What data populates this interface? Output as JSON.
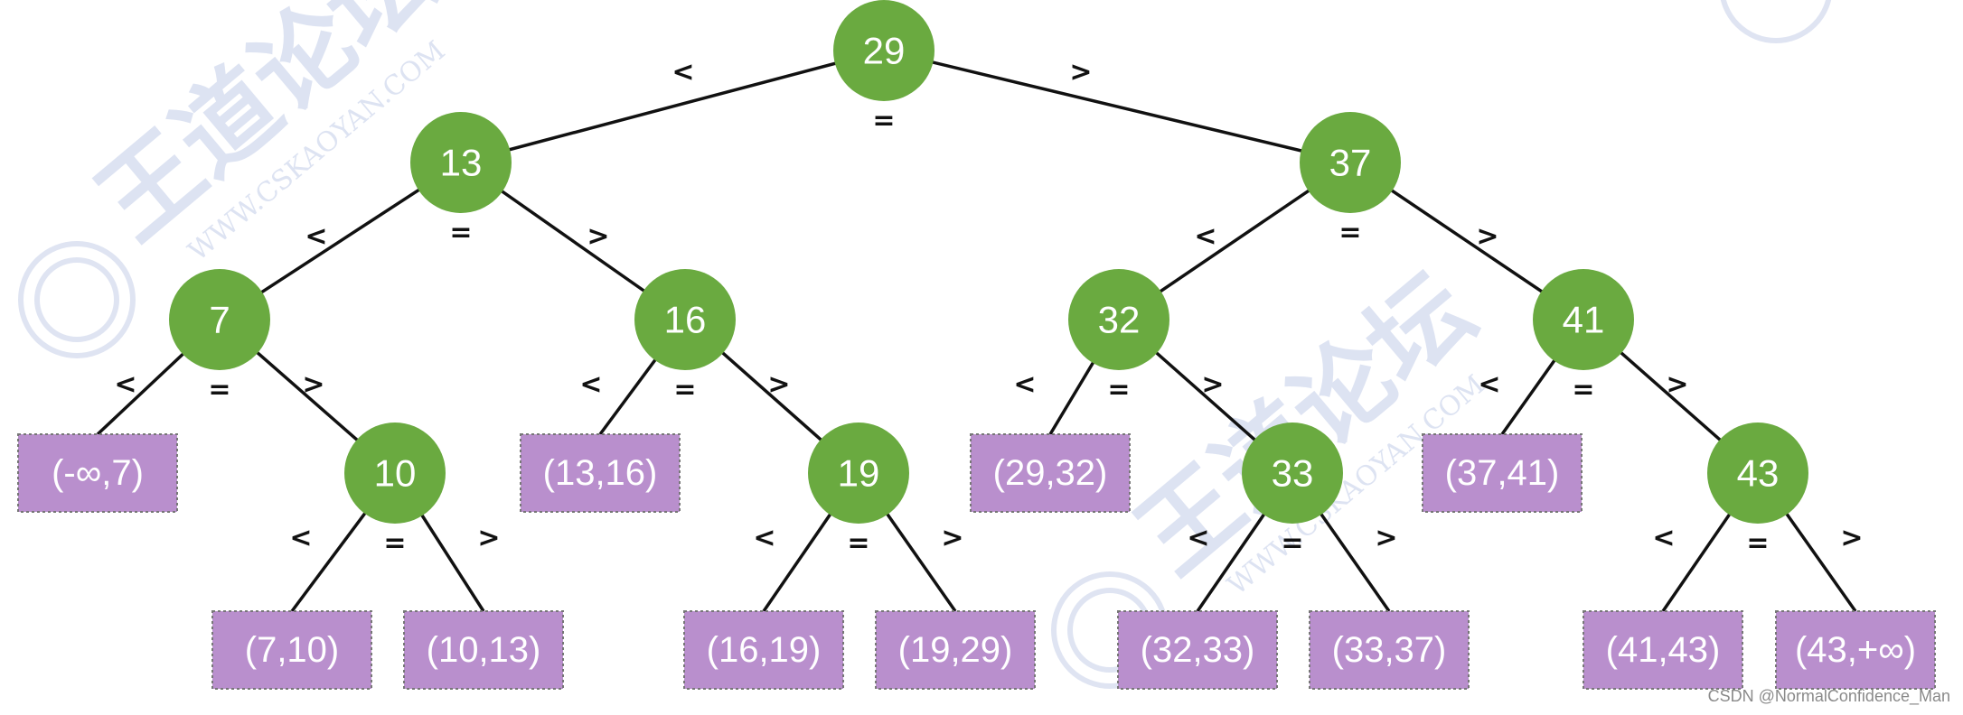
{
  "tree": {
    "nodes": [
      {
        "id": "n29",
        "label": "29",
        "kind": "internal"
      },
      {
        "id": "n13",
        "label": "13",
        "kind": "internal"
      },
      {
        "id": "n37",
        "label": "37",
        "kind": "internal"
      },
      {
        "id": "n7",
        "label": "7",
        "kind": "internal"
      },
      {
        "id": "n16",
        "label": "16",
        "kind": "internal"
      },
      {
        "id": "n32",
        "label": "32",
        "kind": "internal"
      },
      {
        "id": "n41",
        "label": "41",
        "kind": "internal"
      },
      {
        "id": "n10",
        "label": "10",
        "kind": "internal"
      },
      {
        "id": "n19",
        "label": "19",
        "kind": "internal"
      },
      {
        "id": "n33",
        "label": "33",
        "kind": "internal"
      },
      {
        "id": "n43",
        "label": "43",
        "kind": "internal"
      },
      {
        "id": "l1",
        "label": "(-∞,7)",
        "kind": "leaf"
      },
      {
        "id": "l2",
        "label": "(7,10)",
        "kind": "leaf"
      },
      {
        "id": "l3",
        "label": "(10,13)",
        "kind": "leaf"
      },
      {
        "id": "l4",
        "label": "(13,16)",
        "kind": "leaf"
      },
      {
        "id": "l5",
        "label": "(16,19)",
        "kind": "leaf"
      },
      {
        "id": "l6",
        "label": "(19,29)",
        "kind": "leaf"
      },
      {
        "id": "l7",
        "label": "(29,32)",
        "kind": "leaf"
      },
      {
        "id": "l8",
        "label": "(32,33)",
        "kind": "leaf"
      },
      {
        "id": "l9",
        "label": "(33,37)",
        "kind": "leaf"
      },
      {
        "id": "l10",
        "label": "(37,41)",
        "kind": "leaf"
      },
      {
        "id": "l11",
        "label": "(41,43)",
        "kind": "leaf"
      },
      {
        "id": "l12",
        "label": "(43,+∞)",
        "kind": "leaf"
      }
    ],
    "edges": [
      {
        "from": "n29",
        "to": "n13"
      },
      {
        "from": "n29",
        "to": "n37"
      },
      {
        "from": "n13",
        "to": "n7"
      },
      {
        "from": "n13",
        "to": "n16"
      },
      {
        "from": "n37",
        "to": "n32"
      },
      {
        "from": "n37",
        "to": "n41"
      },
      {
        "from": "n7",
        "to": "l1"
      },
      {
        "from": "n7",
        "to": "n10"
      },
      {
        "from": "n10",
        "to": "l2"
      },
      {
        "from": "n10",
        "to": "l3"
      },
      {
        "from": "n16",
        "to": "l4"
      },
      {
        "from": "n16",
        "to": "n19"
      },
      {
        "from": "n19",
        "to": "l5"
      },
      {
        "from": "n19",
        "to": "l6"
      },
      {
        "from": "n32",
        "to": "l7"
      },
      {
        "from": "n32",
        "to": "n33"
      },
      {
        "from": "n33",
        "to": "l8"
      },
      {
        "from": "n33",
        "to": "l9"
      },
      {
        "from": "n41",
        "to": "l10"
      },
      {
        "from": "n41",
        "to": "n43"
      },
      {
        "from": "n43",
        "to": "l11"
      },
      {
        "from": "n43",
        "to": "l12"
      }
    ],
    "comparison_symbols": {
      "less": "<",
      "equal": "=",
      "greater": ">"
    }
  },
  "colors": {
    "node_fill": "#6aaa40",
    "leaf_fill": "#b98fcd",
    "edge": "#111111",
    "watermark": "#dde3f2"
  },
  "watermark": {
    "brand": "王道论坛",
    "site": "WWW.CSKAOYAN.COM"
  },
  "credit": "CSDN @NormalConfidence_Man"
}
